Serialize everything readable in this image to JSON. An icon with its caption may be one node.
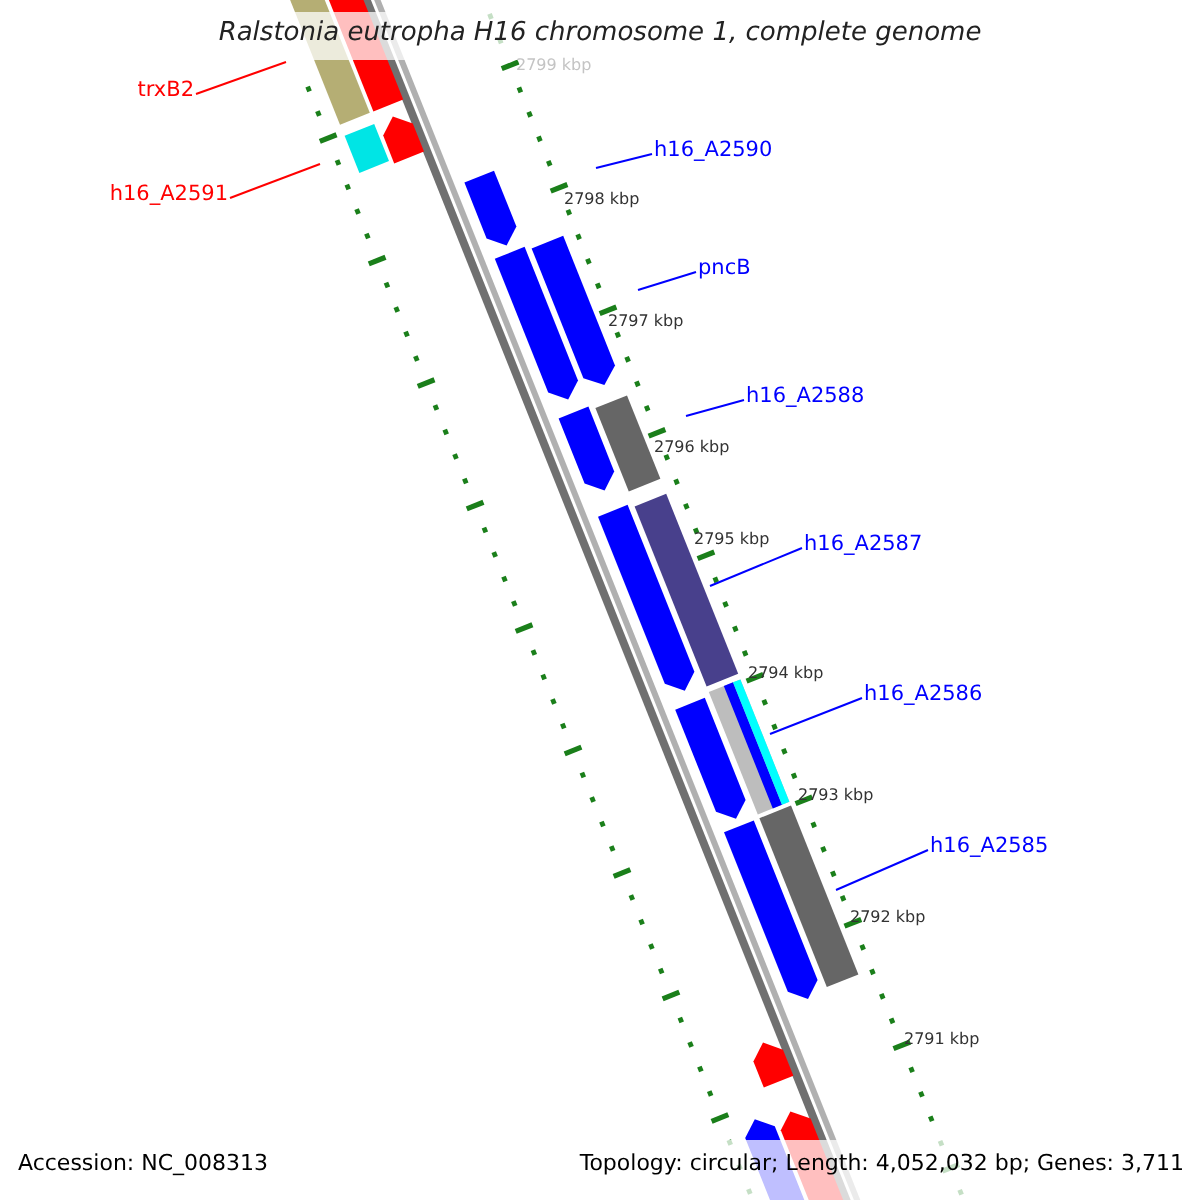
{
  "diagram": {
    "title": "Ralstonia eutropha H16 chromosome 1, complete genome",
    "nodes": [
      {
        "text": [
          "trxB2"
        ]
      },
      {
        "text": [
          "h16_A2591"
        ]
      },
      {
        "text": [
          "h16_A2590"
        ]
      },
      {
        "text": [
          "pncB"
        ]
      },
      {
        "text": [
          "h16_A2588"
        ]
      },
      {
        "text": [
          "h16_A2587"
        ]
      },
      {
        "text": [
          "h16_A2586"
        ]
      },
      {
        "text": [
          "h16_A2585"
        ]
      }
    ],
    "edges": [
      {
        "from": 0,
        "to": null,
        "arrow": "none",
        "color": "#ff0000"
      },
      {
        "from": 1,
        "to": null,
        "arrow": "none",
        "color": "#ff0000"
      },
      {
        "from": 2,
        "to": null,
        "arrow": "none"
      },
      {
        "from": 3,
        "to": null,
        "arrow": "none"
      },
      {
        "from": 4,
        "to": null,
        "arrow": "none"
      },
      {
        "from": 5,
        "to": null,
        "arrow": "none"
      },
      {
        "from": 6,
        "to": null,
        "arrow": "none"
      },
      {
        "from": 7,
        "to": null,
        "arrow": "none"
      }
    ],
    "labels": [
      "2799 kbp",
      "2798 kbp",
      "2797 kbp",
      "2796 kbp",
      "2795 kbp",
      "2794 kbp",
      "2793 kbp",
      "2792 kbp",
      "2791 kbp",
      "Accession: NC_008313",
      "Topology: circular; Length: 4,052,032 bp; Genes: 3,711"
    ]
  }
}
